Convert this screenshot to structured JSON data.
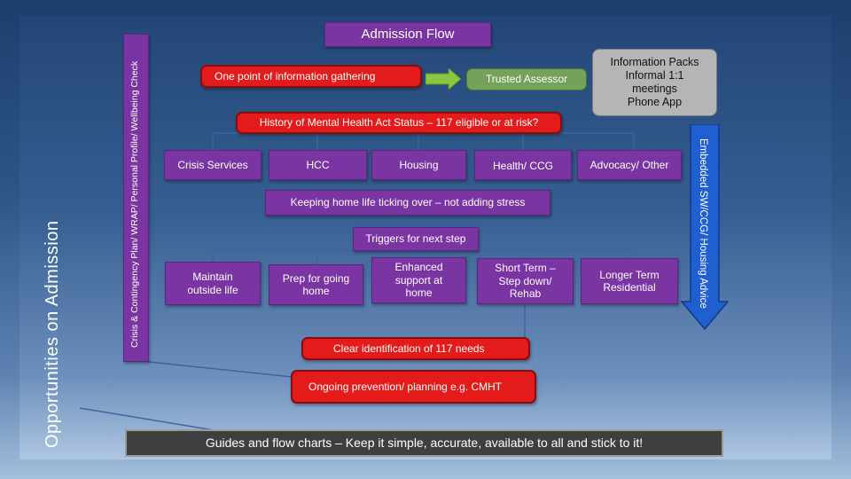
{
  "title": "Admission Flow",
  "left_vertical": "Opportunities on Admission",
  "crisis_bar": "Crisis & Contingency Plan/ WRAP/ Personal Profile/ Wellbeing Check",
  "one_point": "One point of information gathering",
  "trusted_assessor": "Trusted Assessor",
  "info_packs": [
    "Information Packs",
    "Informal 1:1",
    "meetings",
    "Phone App"
  ],
  "history": "History of Mental Health Act Status – 117 eligible or at risk?",
  "services": [
    "Crisis Services",
    "HCC",
    "Housing",
    "Health/ CCG",
    "Advocacy/ Other"
  ],
  "keeping": "Keeping home life ticking over – not adding stress",
  "triggers": "Triggers for next step",
  "steps": [
    [
      "Maintain",
      "outside life"
    ],
    [
      "Prep for going",
      "home"
    ],
    [
      "Enhanced",
      "support at",
      "home"
    ],
    [
      "Short Term –",
      "Step down/",
      "Rehab"
    ],
    [
      "Longer Term",
      "Residential"
    ]
  ],
  "embedded": "Embedded SW/CCG/ Housing Advice",
  "clear_id": "Clear identification of 117 needs",
  "ongoing": "Ongoing prevention/ planning e.g. CMHT",
  "guides": "Guides and flow charts – Keep it simple, accurate, available to all and stick to it!",
  "colors": {
    "purple": "#7a35a3",
    "red": "#e31b1b",
    "green": "#74a25a",
    "blue_arrow": "#1f5fd0",
    "grey": "#b5b5b5"
  }
}
